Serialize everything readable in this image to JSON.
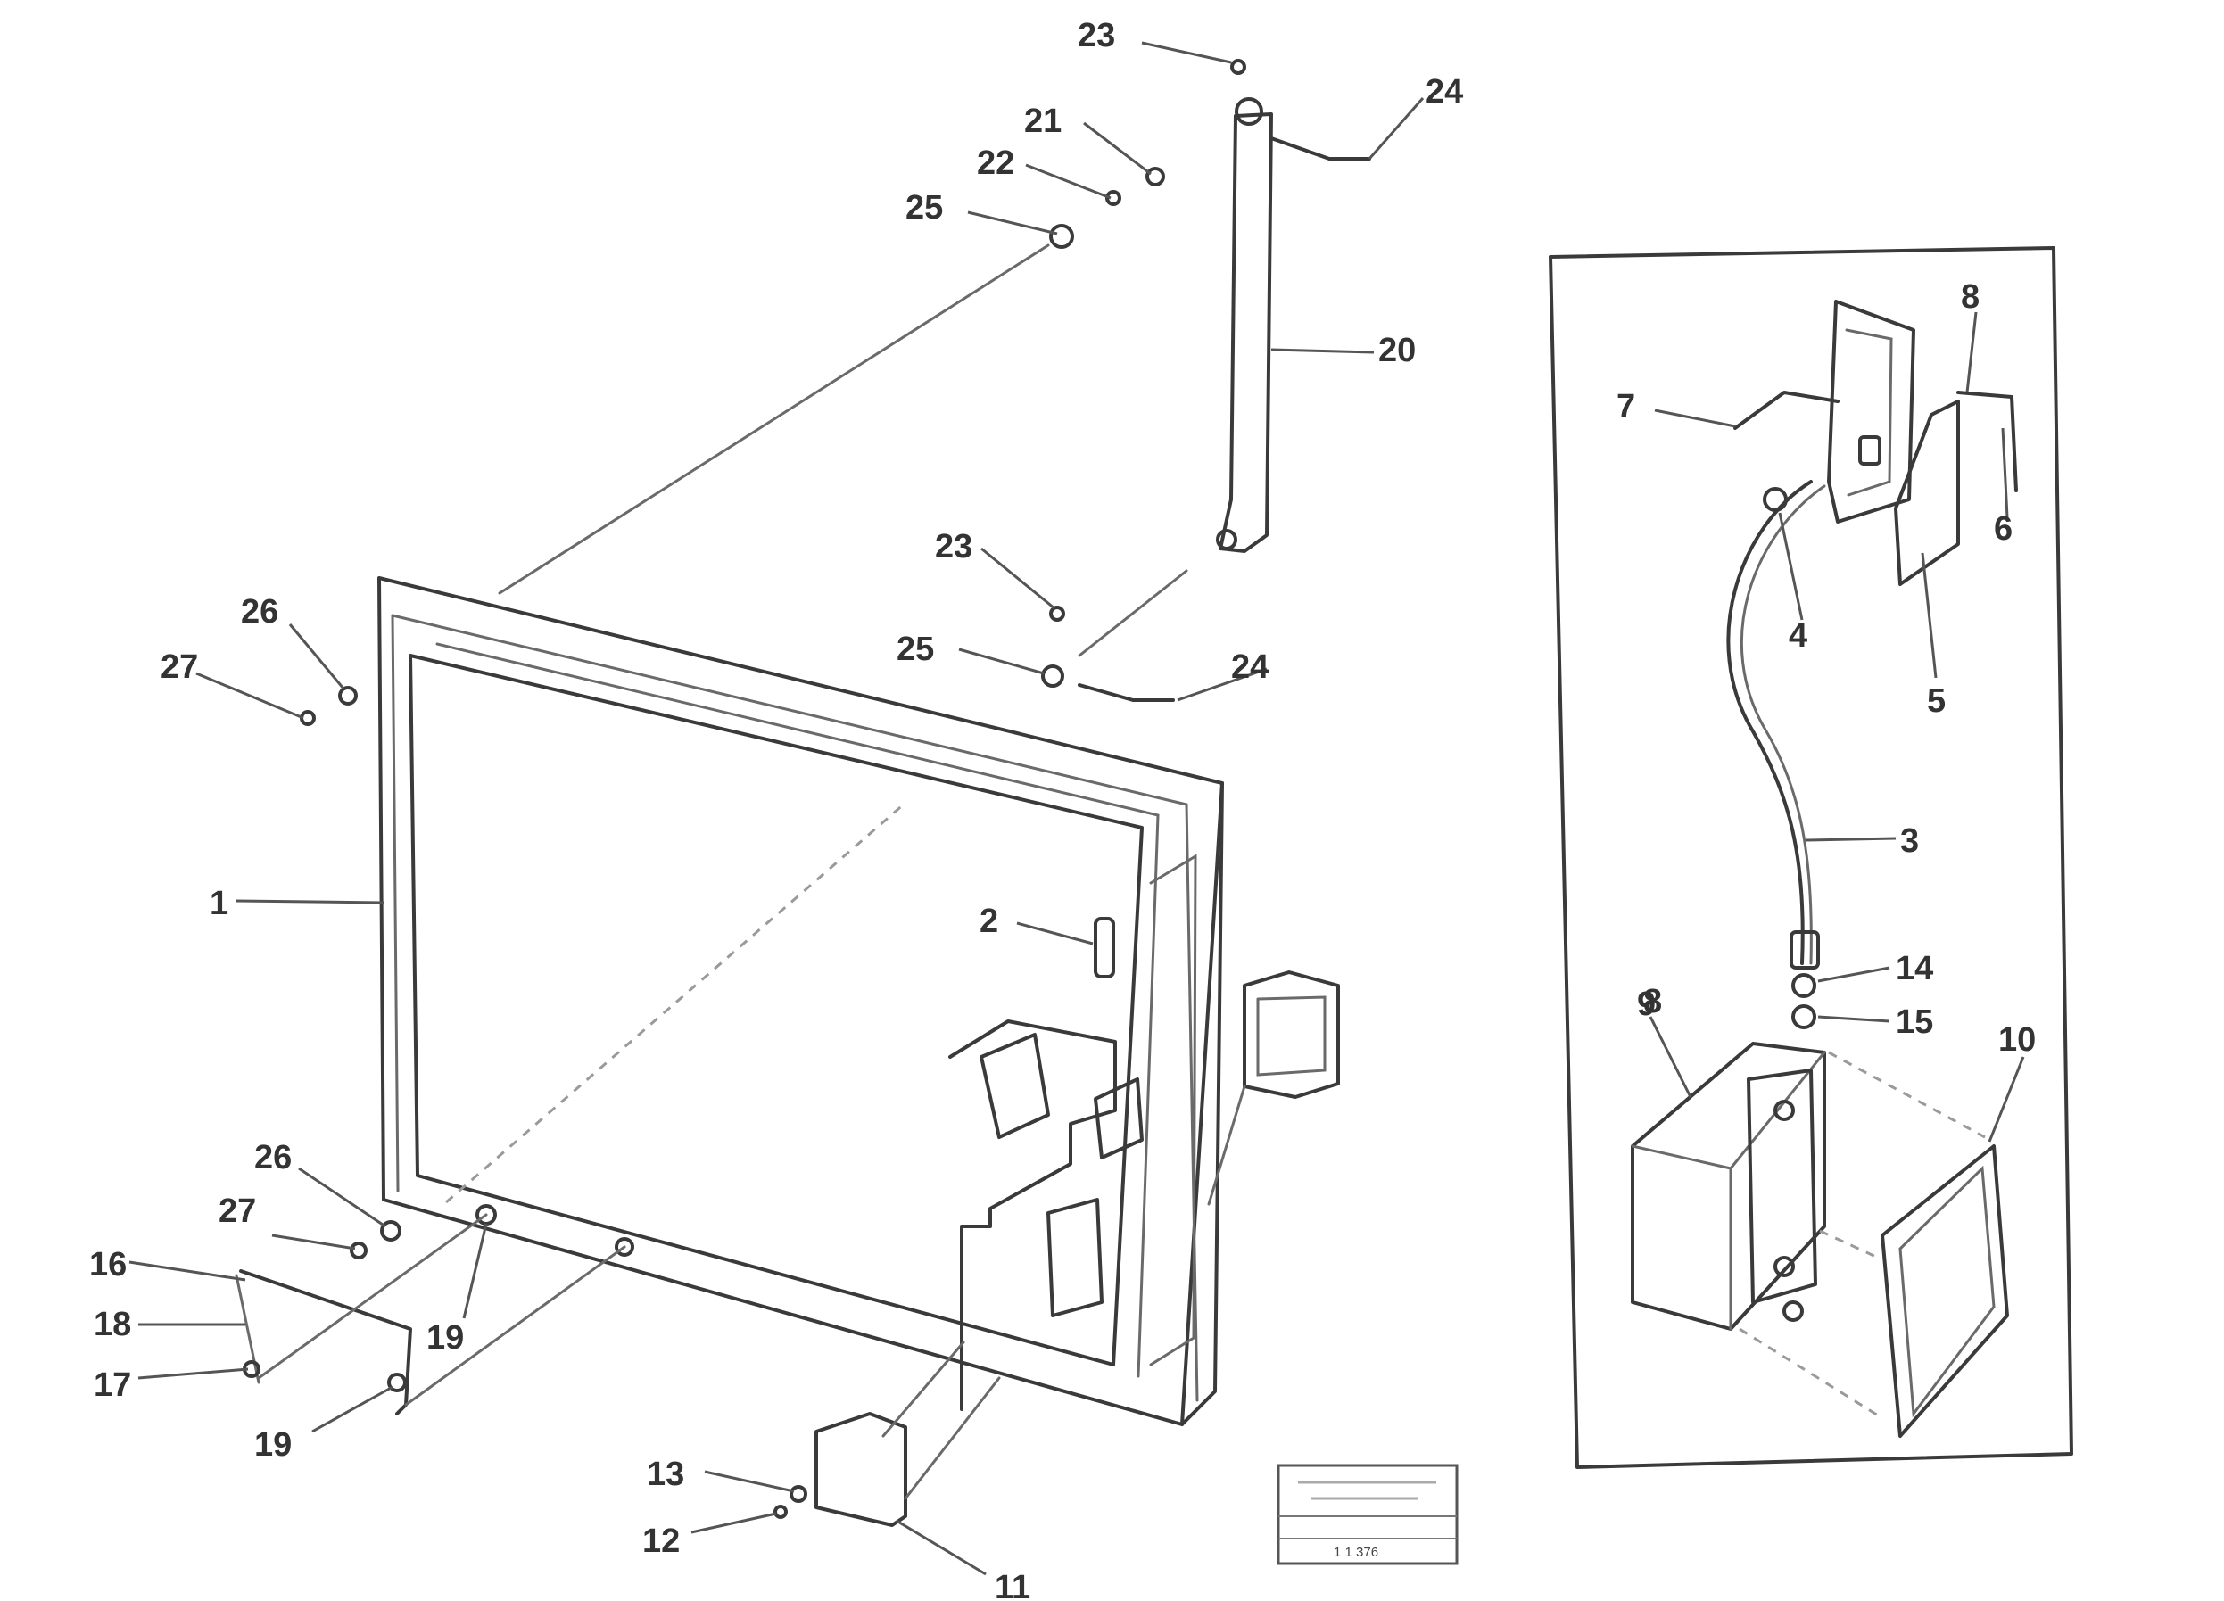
{
  "drawing": {
    "callouts": [
      {
        "id": "c23a",
        "text": "23"
      },
      {
        "id": "c24a",
        "text": "24"
      },
      {
        "id": "c21",
        "text": "21"
      },
      {
        "id": "c22",
        "text": "22"
      },
      {
        "id": "c25a",
        "text": "25"
      },
      {
        "id": "c20",
        "text": "20"
      },
      {
        "id": "c23b",
        "text": "23"
      },
      {
        "id": "c25b",
        "text": "25"
      },
      {
        "id": "c24b",
        "text": "24"
      },
      {
        "id": "c26a",
        "text": "26"
      },
      {
        "id": "c27a",
        "text": "27"
      },
      {
        "id": "c1",
        "text": "1"
      },
      {
        "id": "c2",
        "text": "2"
      },
      {
        "id": "c26b",
        "text": "26"
      },
      {
        "id": "c27b",
        "text": "27"
      },
      {
        "id": "c16",
        "text": "16"
      },
      {
        "id": "c18a",
        "text": "18"
      },
      {
        "id": "c17",
        "text": "17"
      },
      {
        "id": "c19a",
        "text": "19"
      },
      {
        "id": "c19b",
        "text": "19"
      },
      {
        "id": "c13",
        "text": "13"
      },
      {
        "id": "c12",
        "text": "12"
      },
      {
        "id": "c11",
        "text": "11"
      }
    ],
    "inset_callouts": [
      {
        "id": "i8a",
        "text": "8"
      },
      {
        "id": "i7",
        "text": "7"
      },
      {
        "id": "i6",
        "text": "6"
      },
      {
        "id": "i5",
        "text": "5"
      },
      {
        "id": "i4",
        "text": "4"
      },
      {
        "id": "i3",
        "text": "3"
      },
      {
        "id": "i9",
        "text": "9"
      },
      {
        "id": "i14",
        "text": "14"
      },
      {
        "id": "i8b",
        "text": "8"
      },
      {
        "id": "i15",
        "text": "15"
      },
      {
        "id": "i10",
        "text": "10"
      }
    ],
    "stamp": {
      "line1": "",
      "line2": "",
      "code": "1 1 376"
    }
  }
}
